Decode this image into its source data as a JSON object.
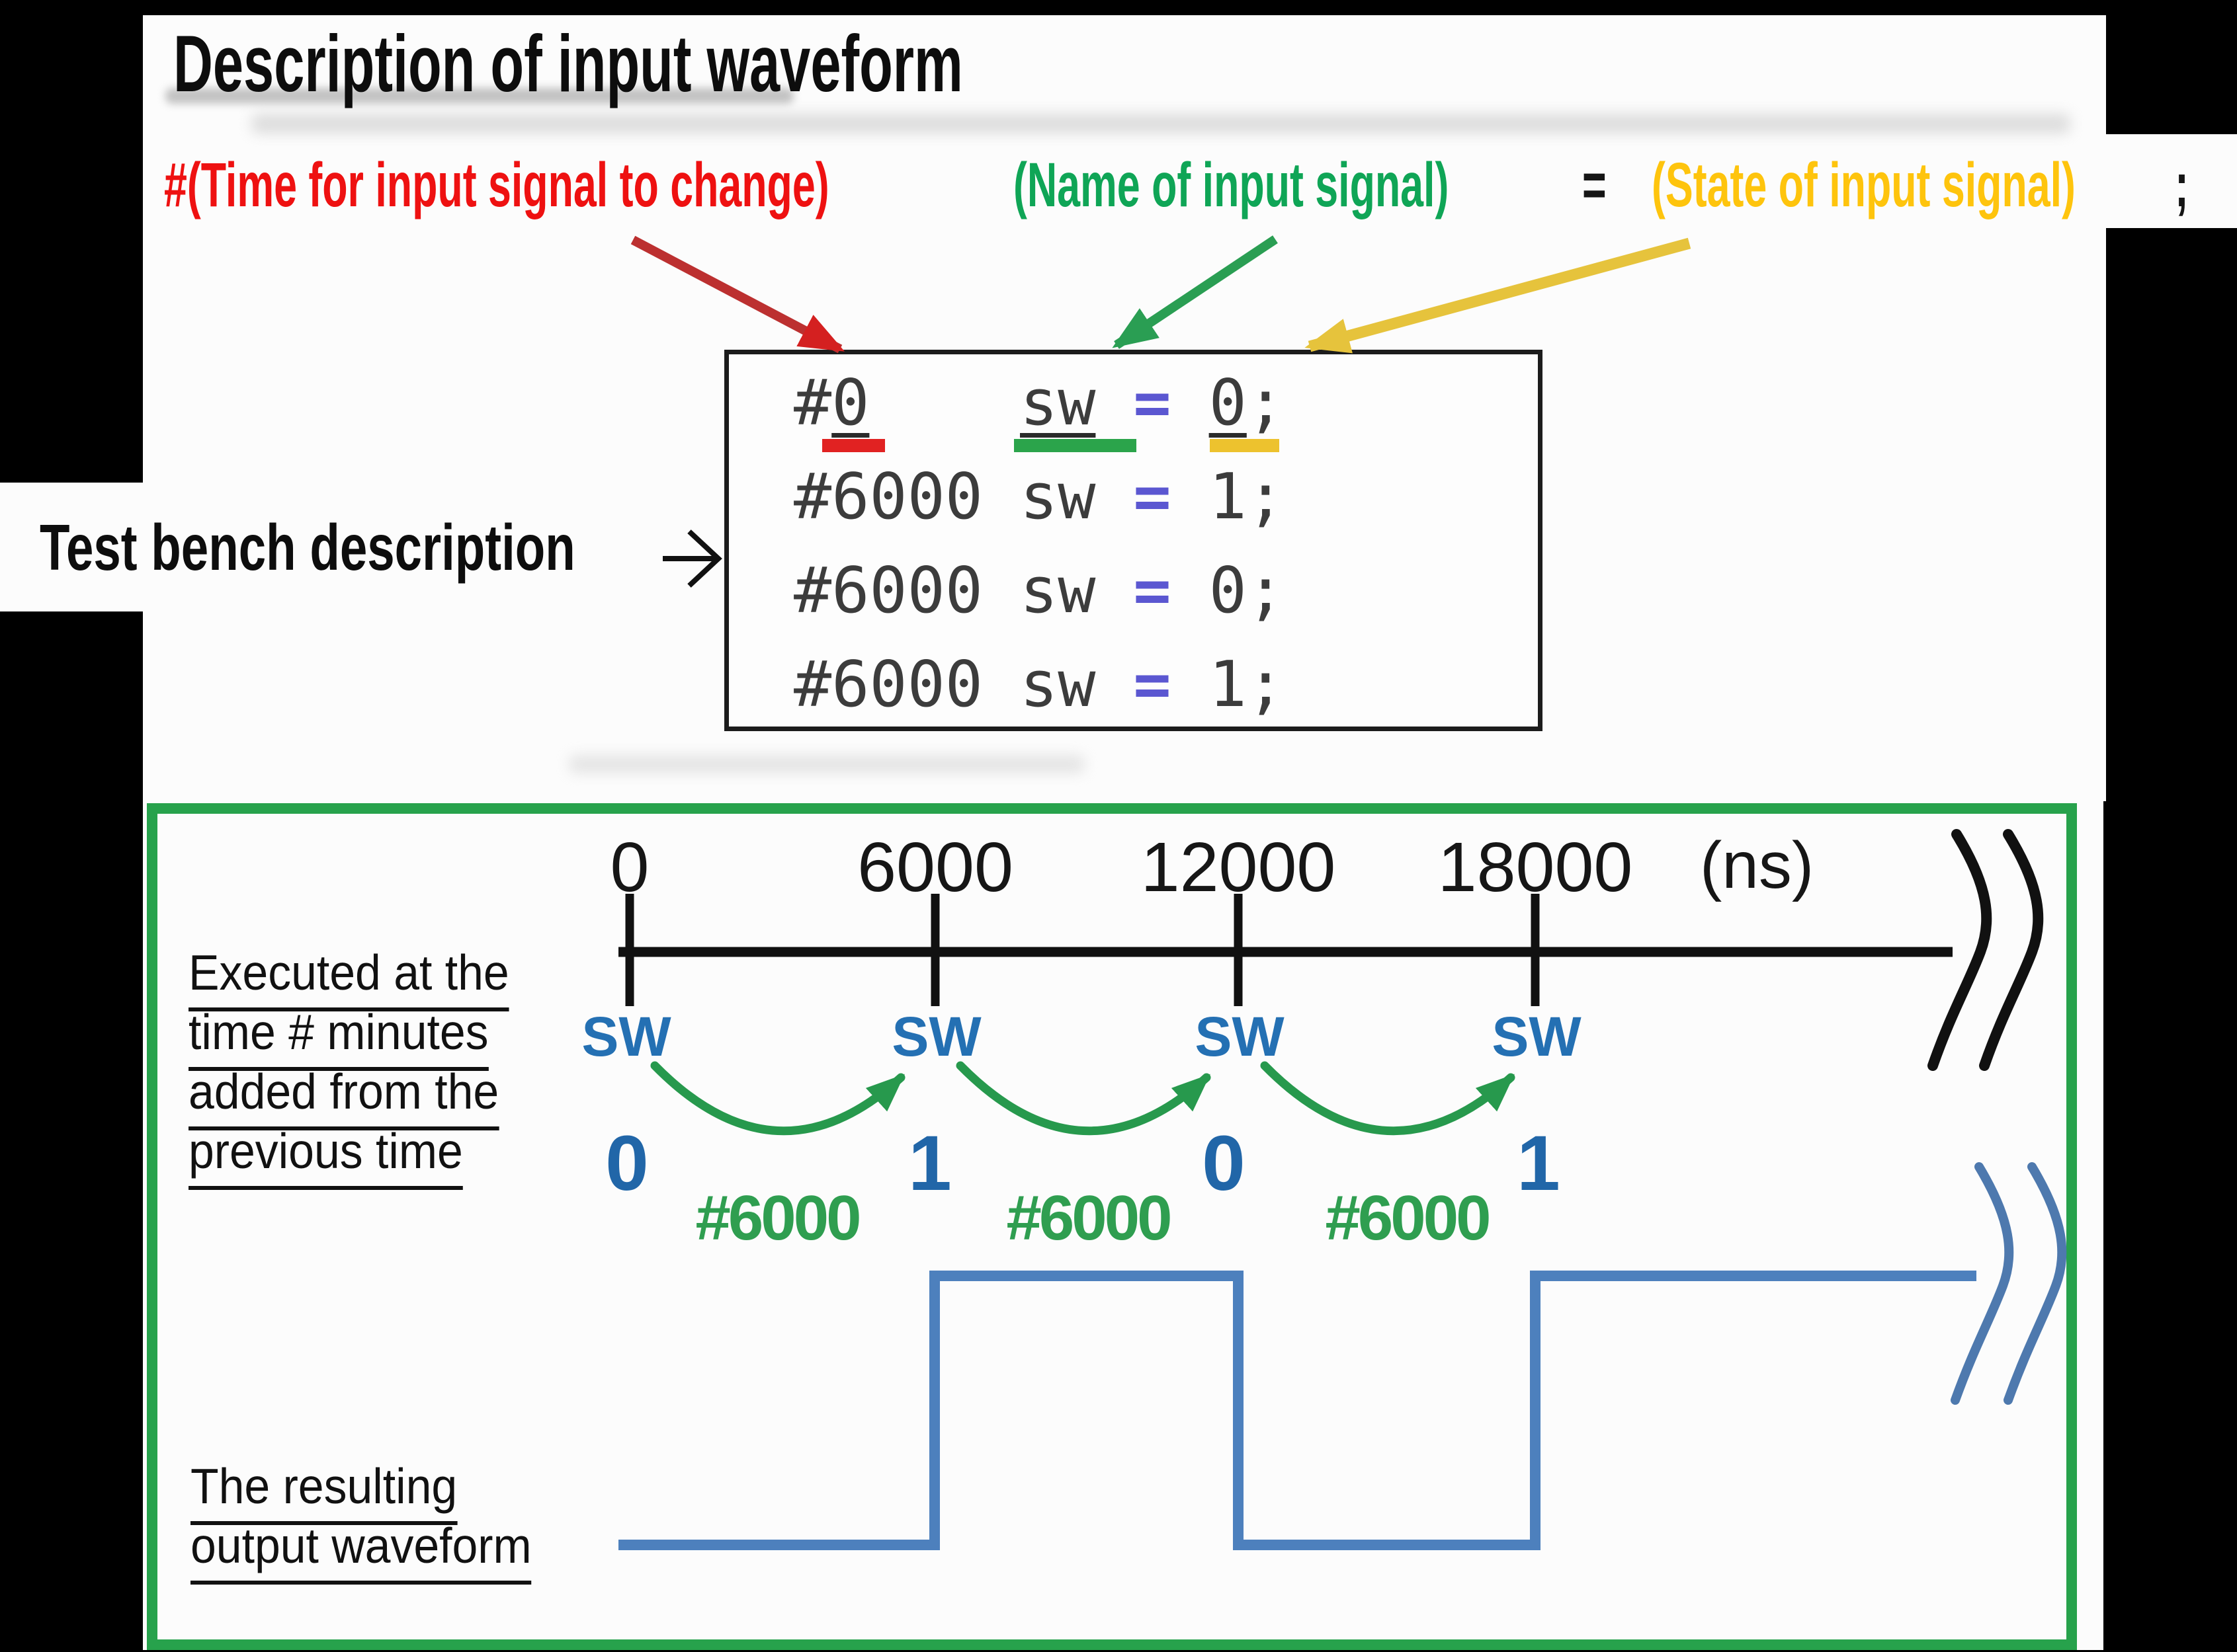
{
  "slide": {
    "title": "Description of input waveform"
  },
  "annotation": {
    "time_part": "#(Time for input signal to change)",
    "name_part": "(Name of input signal)",
    "equals": "=",
    "state_part": "(State of input signal)",
    "semicolon": ";"
  },
  "test_bench": {
    "label": "Test bench description"
  },
  "code_box": {
    "row1": {
      "hash": "#",
      "time": "0",
      "name": "sw",
      "eq": "=",
      "value": "0",
      "semi": ";"
    },
    "rows": [
      {
        "time": "#6000",
        "name": "sw",
        "eq": "=",
        "value": "1;"
      },
      {
        "time": "#6000",
        "name": "sw",
        "eq": "=",
        "value": "0;"
      },
      {
        "time": "#6000",
        "name": "sw",
        "eq": "=",
        "value": "1;"
      }
    ]
  },
  "timeline": {
    "ticks": [
      "0",
      "6000",
      "12000",
      "18000"
    ],
    "unit": "(ns)"
  },
  "signal": {
    "name": "SW",
    "values": [
      "0",
      "1",
      "0",
      "1"
    ],
    "delays": [
      "#6000",
      "#6000",
      "#6000"
    ],
    "waveform": {
      "times_ns": [
        0,
        6000,
        12000,
        18000
      ],
      "values": [
        0,
        1,
        0,
        1
      ]
    }
  },
  "notes": {
    "execution_lines": [
      "Executed at the",
      "time # minutes",
      "added from the",
      "previous time"
    ],
    "output_lines": [
      "The resulting",
      "output waveform"
    ]
  },
  "colors": {
    "annotation_red": "#ee1111",
    "annotation_green": "#0fa556",
    "annotation_yellow": "#fec40d",
    "equals_blue": "#5b57d1",
    "signal_blue": "#2470b3",
    "waveform_blue": "#4d80bd",
    "box_border_green": "#27a24c",
    "delay_arrow_green": "#27994d"
  }
}
